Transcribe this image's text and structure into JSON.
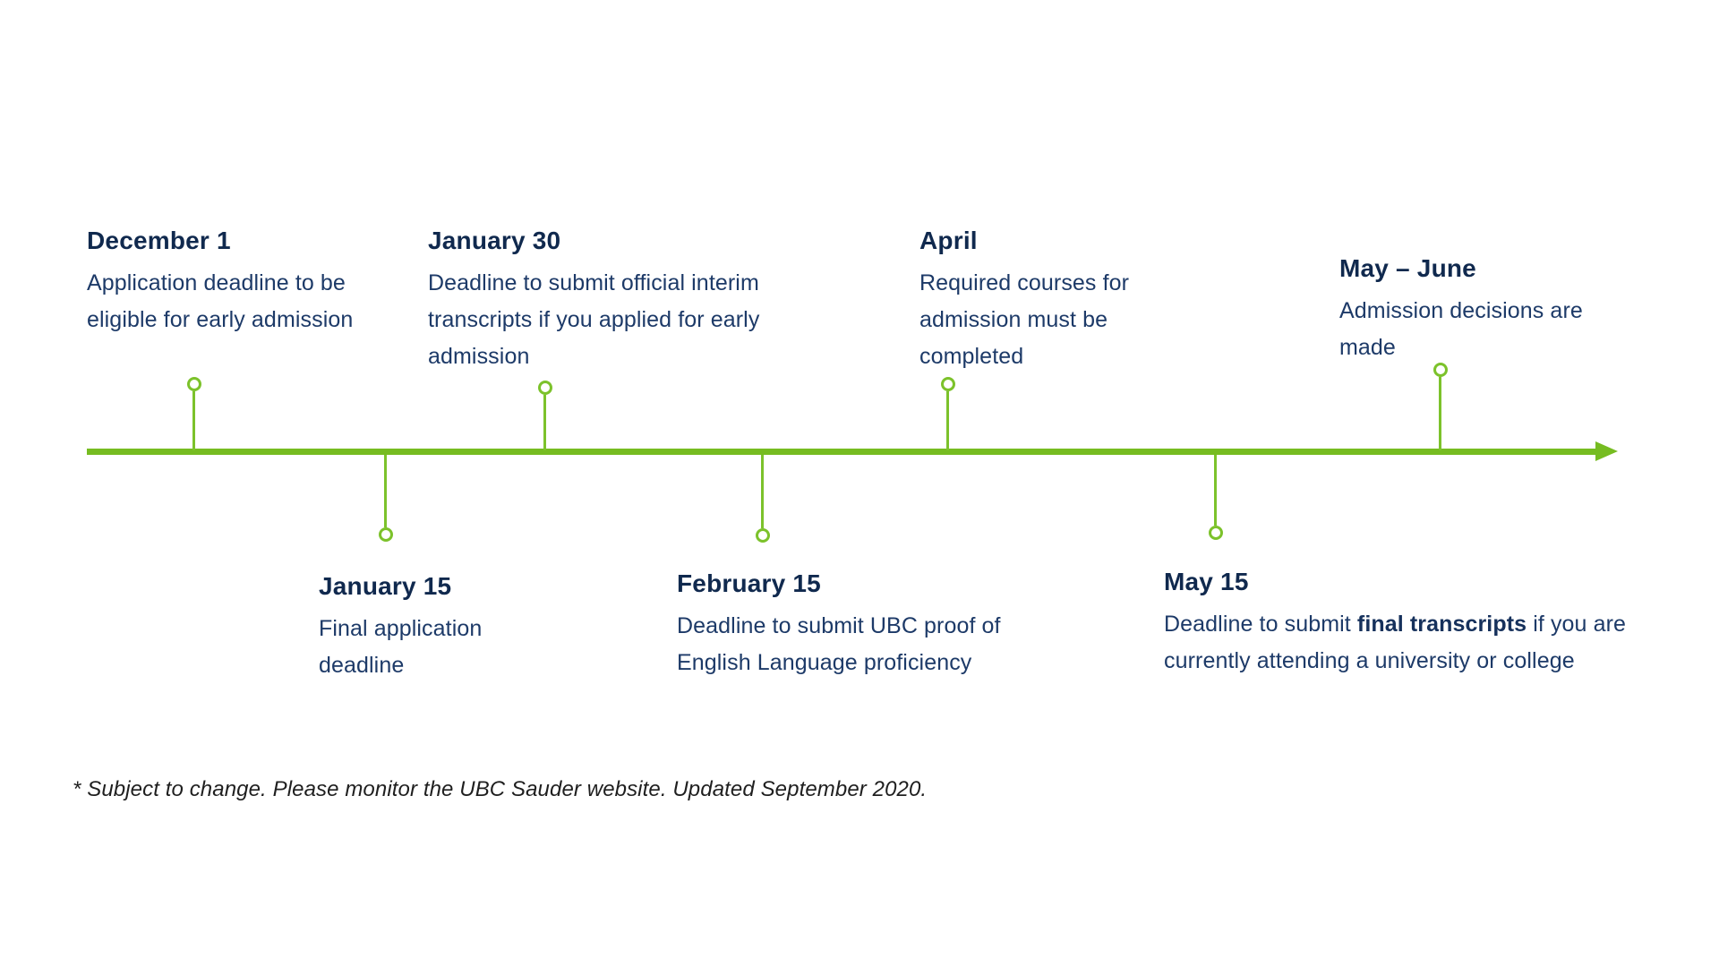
{
  "colors": {
    "accent_green": "#76BC21",
    "heading_navy": "#10294E",
    "body_navy": "#1D3A68",
    "footnote_color": "#1F1F1F",
    "background": "#FFFFFF"
  },
  "timeline": {
    "orientation": "horizontal",
    "events": [
      {
        "date": "December 1",
        "description": "Application deadline to be eligible for early admission",
        "position": "above"
      },
      {
        "date": "January 15",
        "description": "Final application deadline",
        "position": "below"
      },
      {
        "date": "January 30",
        "description": "Deadline to submit official interim transcripts if you applied for early admission",
        "position": "above"
      },
      {
        "date": "February 15",
        "description": "Deadline to submit UBC proof of English Language proficiency",
        "position": "below"
      },
      {
        "date": "April",
        "description": "Required courses for admission must be completed",
        "position": "above"
      },
      {
        "date": "May 15",
        "description_prefix": "Deadline to submit ",
        "description_bold": "final transcripts",
        "description_suffix": " if you are currently attending a university or college",
        "position": "below"
      },
      {
        "date": "May – June",
        "description": "Admission decisions are made",
        "position": "above"
      }
    ]
  },
  "footnote": "* Subject to change. Please monitor the UBC Sauder website. Updated September 2020."
}
